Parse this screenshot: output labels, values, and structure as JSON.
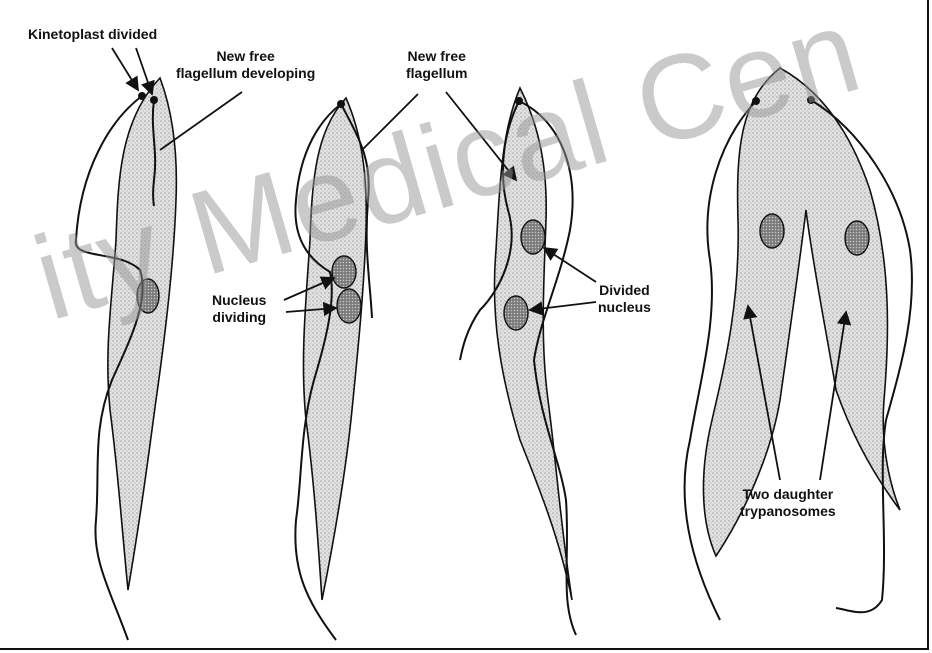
{
  "labels": {
    "kinetoplast": "Kinetoplast divided",
    "new_free_1": "New free\nflagellum developing",
    "new_free_2": "New free\nflagellum",
    "nucleus_dividing": "Nucleus\ndividing",
    "divided_nucleus": "Divided\nnucleus",
    "two_daughters": "Two daughter\ntrypanosomes"
  },
  "watermark": "ity Medical Cen",
  "colors": {
    "body_fill": "#d9d9d9",
    "line": "#111111",
    "nucleus": "#8a8a8a",
    "watermark": "#999999"
  }
}
